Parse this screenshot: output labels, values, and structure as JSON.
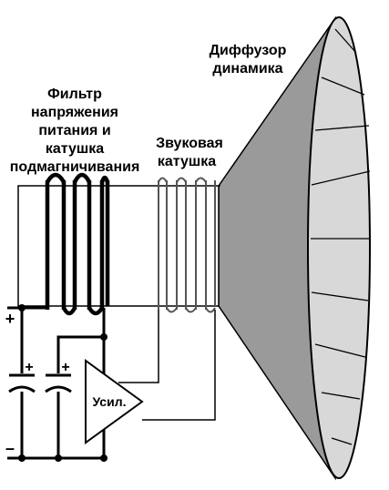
{
  "labels": {
    "diffuser_line1": "Диффузор",
    "diffuser_line2": "динамика",
    "filter_line1": "Фильтр",
    "filter_line2": "напряжения",
    "filter_line3": "питания и",
    "filter_line4": "катушка",
    "filter_line5": "подмагничивания",
    "voice_line1": "Звуковая",
    "voice_line2": "катушка",
    "amplifier": "Усил.",
    "plus_top": "+",
    "minus_bottom": "–",
    "cap1_plus": "+",
    "cap2_plus": "+"
  },
  "colors": {
    "cone_dark": "#9a9a9a",
    "cone_light": "#d8d8d8",
    "line": "#000000",
    "voice_coil": "#555555"
  }
}
